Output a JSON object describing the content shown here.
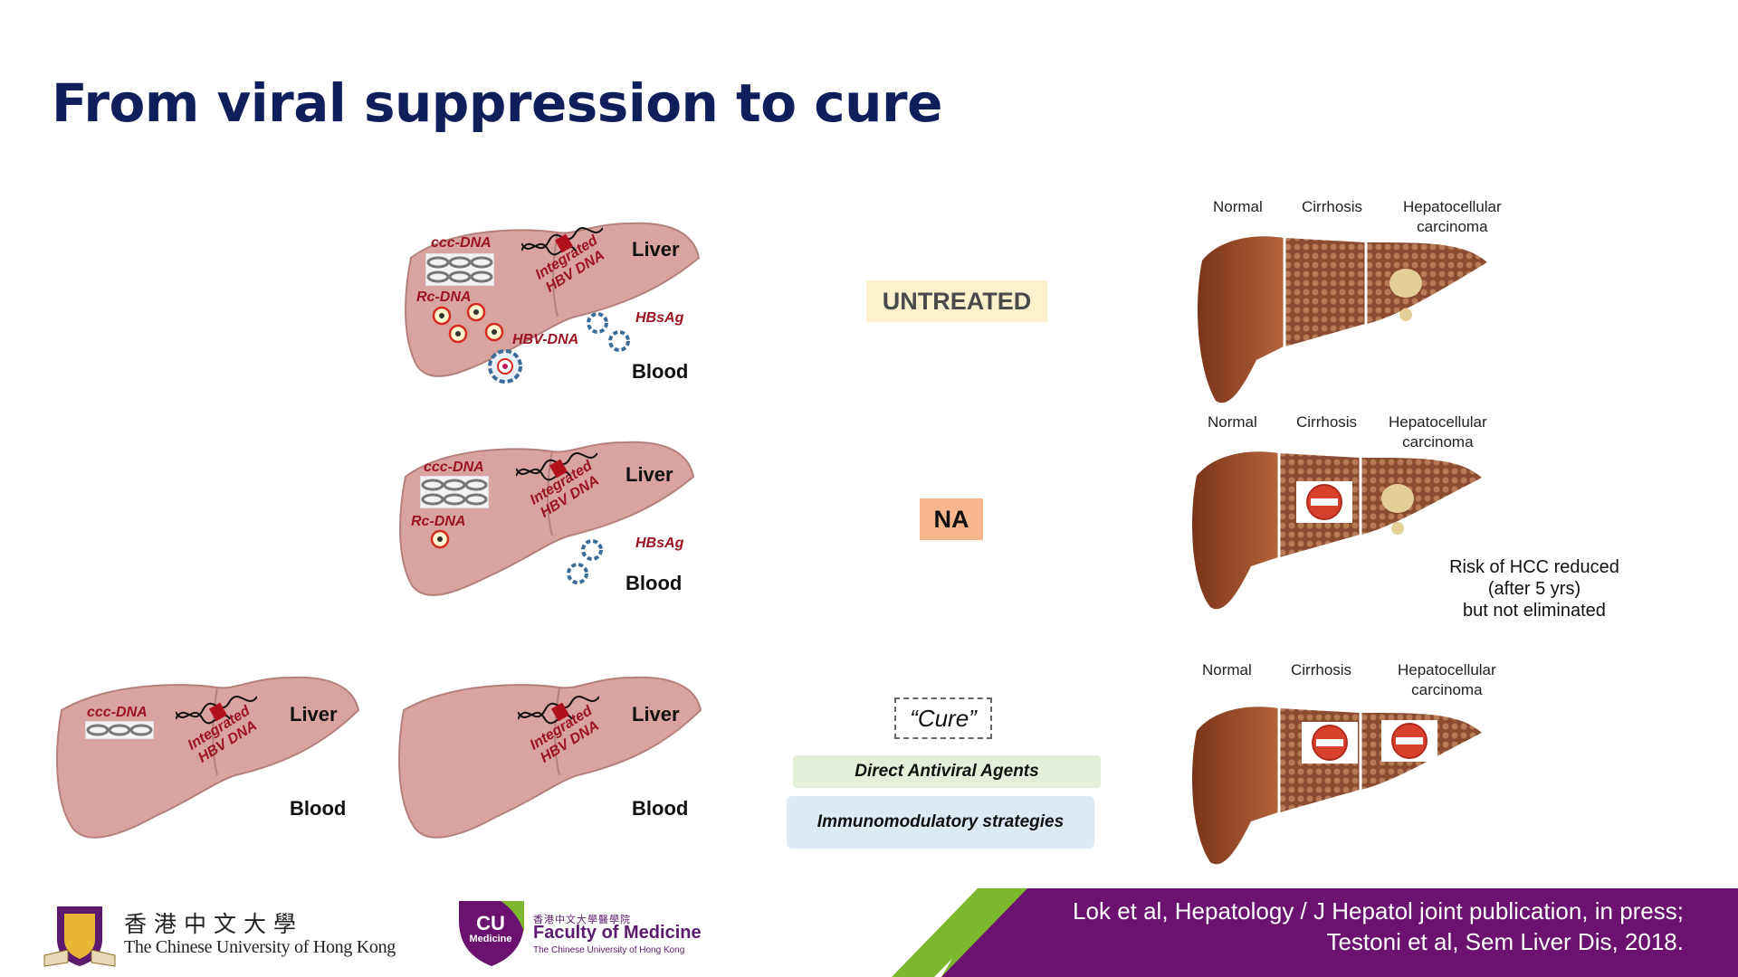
{
  "title": "From viral suppression to cure",
  "panels": {
    "untreated": {
      "liver_label": "Liver",
      "blood_label": "Blood",
      "ccc_dna": "ccc-DNA",
      "rc_dna": "Rc-DNA",
      "integrated": "Integrated\nHBV DNA",
      "hbv_dna": "HBV-DNA",
      "hbsag": "HBsAg"
    },
    "na": {
      "liver_label": "Liver",
      "blood_label": "Blood",
      "ccc_dna": "ccc-DNA",
      "rc_dna": "Rc-DNA",
      "integrated": "Integrated\nHBV DNA",
      "hbsag": "HBsAg"
    },
    "cure_a": {
      "liver_label": "Liver",
      "blood_label": "Blood",
      "ccc_dna": "ccc-DNA",
      "integrated": "Integrated\nHBV DNA"
    },
    "cure_b": {
      "liver_label": "Liver",
      "blood_label": "Blood",
      "integrated": "Integrated\nHBV DNA"
    }
  },
  "tags": {
    "untreated": "UNTREATED",
    "na": "NA",
    "cure": "“Cure”",
    "daa": "Direct Antiviral Agents",
    "immuno": "Immunomodulatory strategies"
  },
  "stages": {
    "normal": "Normal",
    "cirrhosis": "Cirrhosis",
    "hcc": "Hepatocellular\ncarcinoma"
  },
  "risk_note": {
    "line1": "Risk of HCC reduced",
    "line2": "(after 5 yrs)",
    "line3": "but not eliminated"
  },
  "footer": {
    "ref_line1": "Lok et al, Hepatology / J Hepatol joint publication, in press;",
    "ref_line2": "Testoni et al, Sem Liver Dis, 2018.",
    "cuhk_cn": "香港中文大學",
    "cuhk_en": "The Chinese University of Hong Kong",
    "med_badge_top": "CU",
    "med_badge_bottom": "Medicine",
    "med_cn": "香港中文大學醫學院",
    "med_title": "Faculty of Medicine",
    "med_sub": "The Chinese University of Hong Kong"
  },
  "colors": {
    "title": "#0f1f5c",
    "liver": "#d9a3a0",
    "virus_red": "#9b1420",
    "footer_purple": "#6b1270",
    "footer_green": "#7bb82e",
    "stop_sign": "#d8402e"
  }
}
